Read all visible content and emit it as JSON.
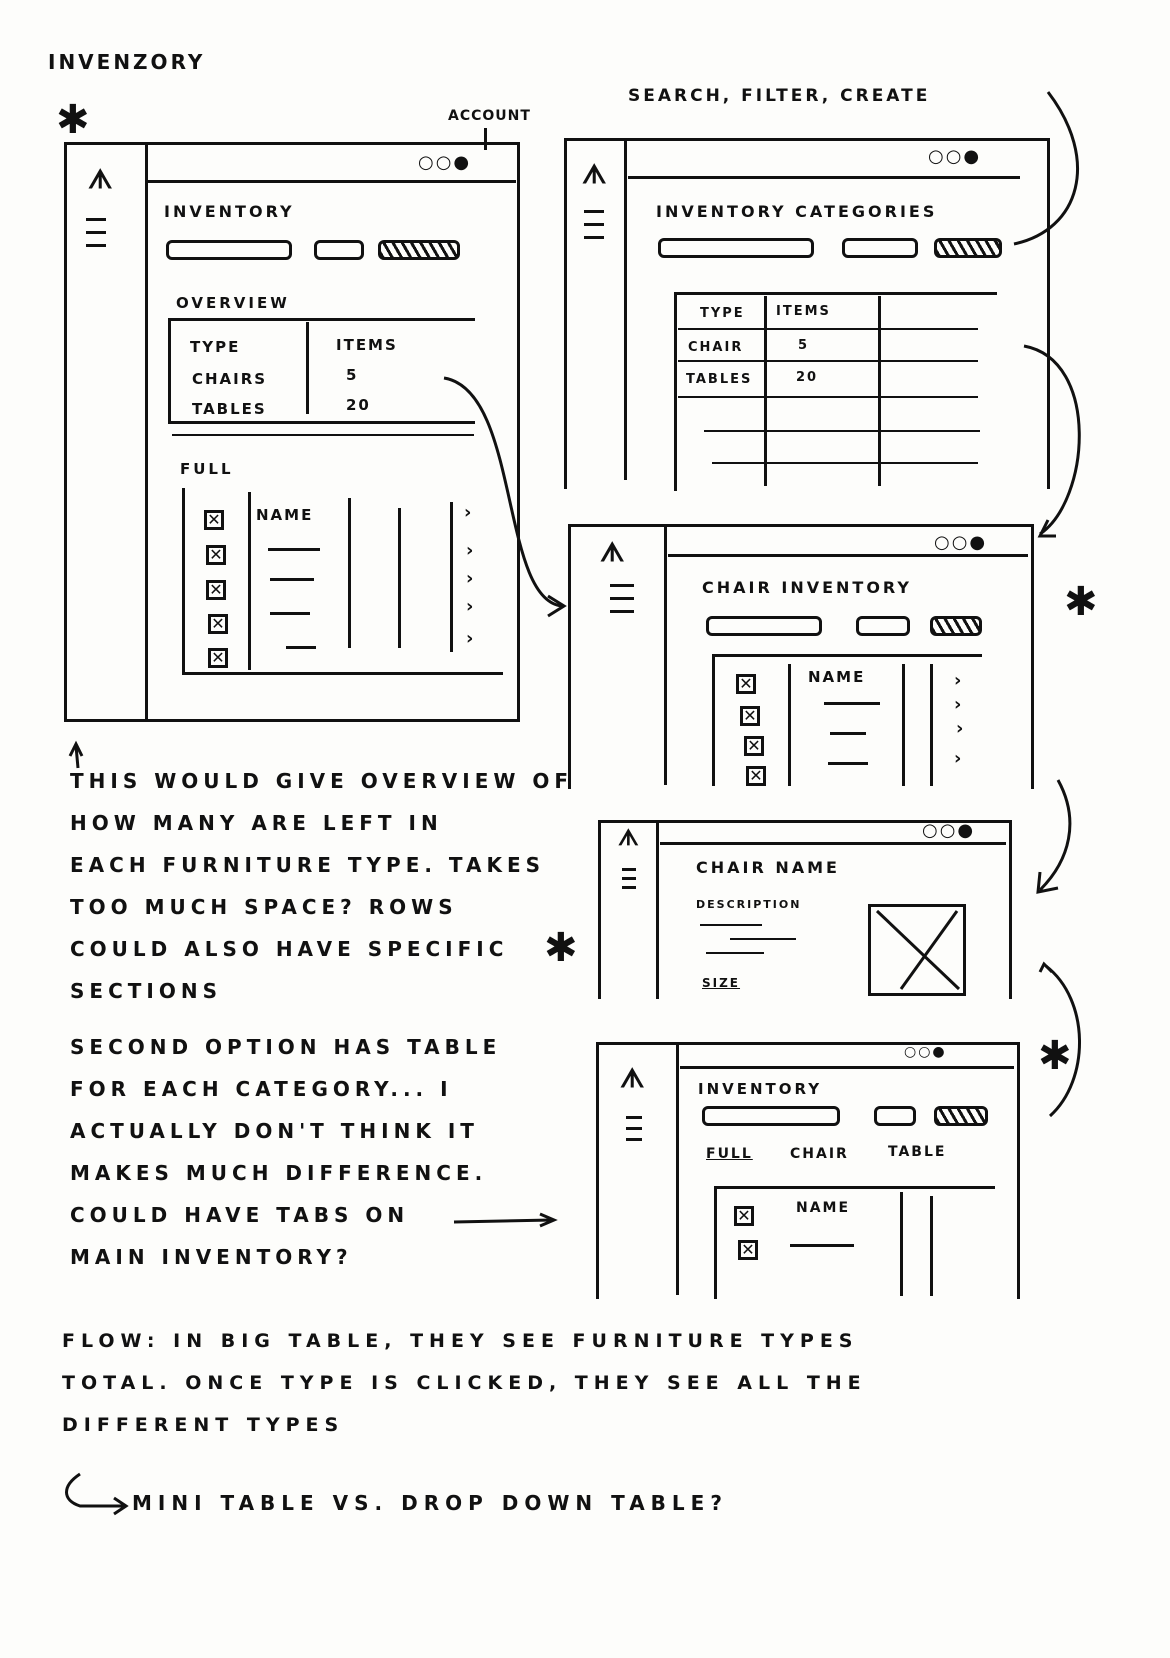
{
  "page_title": "INVENZORY",
  "annotations": {
    "account": "ACCOUNT",
    "search_filter_create": "SEARCH, FILTER, CREATE"
  },
  "wireframe1": {
    "dots": "○○●",
    "logo": "ᗑ",
    "title": "INVENTORY",
    "overview_label": "OVERVIEW",
    "overview_headers": [
      "TYPE",
      "ITEMS"
    ],
    "overview_rows": [
      [
        "CHAIRS",
        "5"
      ],
      [
        "TABLES",
        "20"
      ]
    ],
    "full_label": "FULL",
    "full_header": "NAME"
  },
  "wireframe2": {
    "dots": "○○●",
    "logo": "ᗑ",
    "title": "INVENTORY CATEGORIES",
    "headers": [
      "TYPE",
      "ITEMS"
    ],
    "rows": [
      [
        "CHAIR",
        "5"
      ],
      [
        "TABLES",
        "20"
      ]
    ]
  },
  "wireframe3": {
    "dots": "○○●",
    "logo": "ᗑ",
    "title": "CHAIR INVENTORY",
    "header": "NAME"
  },
  "wireframe4": {
    "dots": "○○●",
    "logo": "ᗑ",
    "title": "CHAIR NAME",
    "description": "DESCRIPTION",
    "size": "SIZE"
  },
  "wireframe5": {
    "dots": "○○●",
    "logo": "ᗑ",
    "title": "INVENTORY",
    "tabs": [
      "FULL",
      "CHAIR",
      "TABLE"
    ],
    "header": "NAME"
  },
  "notes": {
    "note1": "THIS WOULD GIVE OVERVIEW OF\nHOW MANY ARE LEFT IN\nEACH FURNITURE TYPE. TAKES\nTOO MUCH SPACE? ROWS\nCOULD ALSO HAVE SPECIFIC\nSECTIONS",
    "note2": "SECOND OPTION HAS TABLE\nFOR EACH CATEGORY... I\nACTUALLY DON'T THINK IT\nMAKES MUCH DIFFERENCE.\nCOULD HAVE TABS ON\nMAIN INVENTORY?",
    "flow": "FLOW: IN BIG TABLE, THEY SEE FURNITURE TYPES\nTOTAL. ONCE TYPE IS CLICKED, THEY SEE ALL THE\nDIFFERENT TYPES",
    "question": "MINI TABLE VS. DROP DOWN TABLE?"
  }
}
